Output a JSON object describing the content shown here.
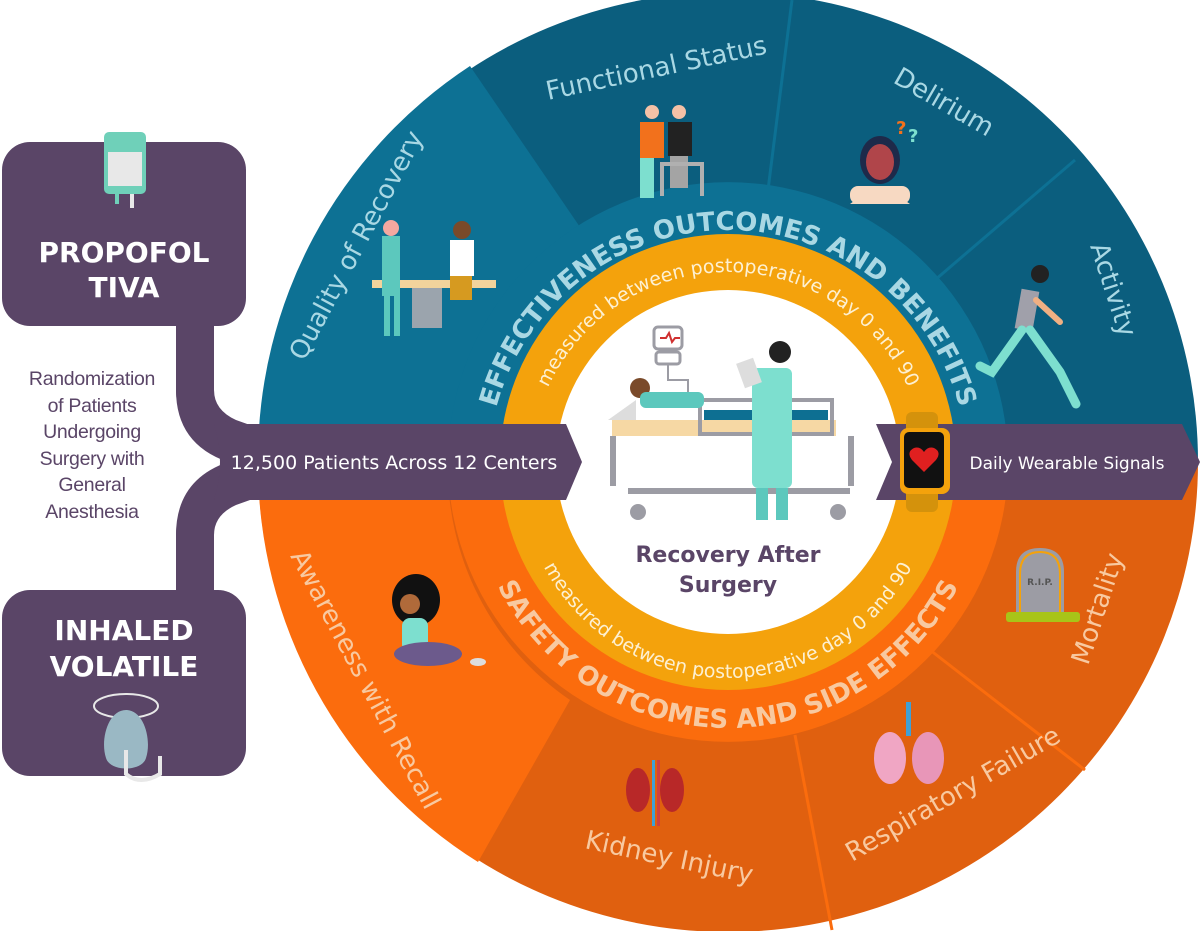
{
  "arms": {
    "top": {
      "label_line1": "PROPOFOL",
      "label_line2": "TIVA",
      "icon": "iv-bag-icon"
    },
    "bottom": {
      "label_line1": "INHALED",
      "label_line2": "VOLATILE",
      "icon": "oxygen-mask-icon"
    }
  },
  "randomization": {
    "lines": [
      "Randomization",
      "of Patients",
      "Undergoing",
      "Surgery with",
      "General",
      "Anesthesia"
    ]
  },
  "banners": {
    "left": "12,500 Patients Across 12 Centers",
    "right": "Daily Wearable Signals",
    "right_icon": "smartwatch-heart-icon"
  },
  "center": {
    "title_line1": "Recovery After",
    "title_line2": "Surgery",
    "icon": "hospital-bed-doctor-icon"
  },
  "rings": {
    "effectiveness_title": "EFFECTIVENESS OUTCOMES AND BENEFITS",
    "safety_title": "SAFETY OUTCOMES AND SIDE EFFECTS",
    "measured_top": "measured between postoperative day 0 and 90",
    "measured_bottom": "measured between postoperative day 0 and 90"
  },
  "effectiveness_outcomes": [
    {
      "label": "Quality of Recovery",
      "icon": "patient-consultation-icon"
    },
    {
      "label": "Functional Status",
      "icon": "walker-assist-icon"
    },
    {
      "label": "Delirium",
      "icon": "confused-person-icon"
    },
    {
      "label": "Activity",
      "icon": "running-man-icon"
    }
  ],
  "safety_outcomes": [
    {
      "label": "Awareness with Recall",
      "icon": "distressed-woman-icon"
    },
    {
      "label": "Kidney Injury",
      "icon": "kidneys-icon"
    },
    {
      "label": "Respiratory Failure",
      "icon": "lungs-icon"
    },
    {
      "label": "Mortality",
      "icon": "tombstone-icon",
      "tomb_text": "R.I.P."
    }
  ],
  "colors": {
    "purple": "#5a4567",
    "teal_dark": "#0b5e7e",
    "teal_mid": "#0d6f92",
    "teal_light_text": "#a9d8e4",
    "orange_dark": "#e0600f",
    "orange_bright": "#fb6c0d",
    "amber": "#f4a20c",
    "orange_text": "#f8c9a0"
  }
}
